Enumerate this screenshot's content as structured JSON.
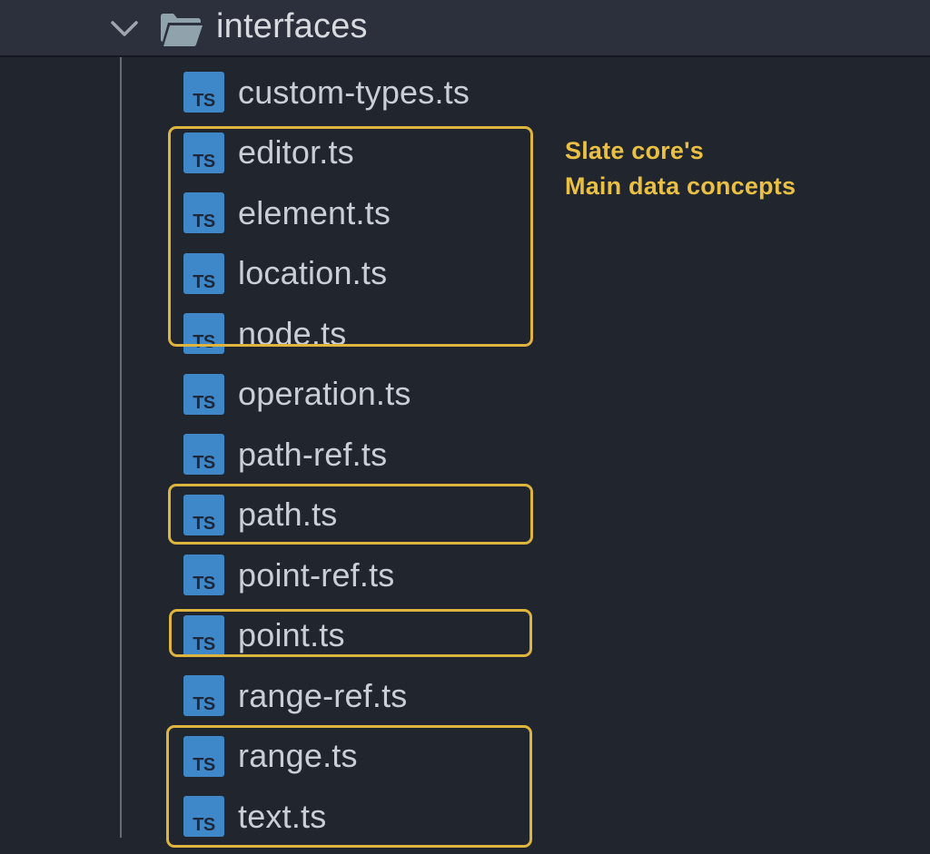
{
  "header": {
    "folder_label": "interfaces"
  },
  "file_icon_label": "TS",
  "files": [
    {
      "name": "custom-types.ts",
      "icon": "typescript",
      "highlighted": false
    },
    {
      "name": "editor.ts",
      "icon": "typescript",
      "highlighted": true
    },
    {
      "name": "element.ts",
      "icon": "typescript",
      "highlighted": true
    },
    {
      "name": "location.ts",
      "icon": "typescript",
      "highlighted": true
    },
    {
      "name": "node.ts",
      "icon": "typescript",
      "highlighted": true
    },
    {
      "name": "operation.ts",
      "icon": "typescript",
      "highlighted": false
    },
    {
      "name": "path-ref.ts",
      "icon": "typescript",
      "highlighted": false
    },
    {
      "name": "path.ts",
      "icon": "typescript",
      "highlighted": true
    },
    {
      "name": "point-ref.ts",
      "icon": "typescript",
      "highlighted": false
    },
    {
      "name": "point.ts",
      "icon": "typescript",
      "highlighted": true
    },
    {
      "name": "range-ref.ts",
      "icon": "typescript",
      "highlighted": false
    },
    {
      "name": "range.ts",
      "icon": "typescript",
      "highlighted": true
    },
    {
      "name": "text.ts",
      "icon": "typescript",
      "highlighted": true
    }
  ],
  "annotation": {
    "line1": "Slate core's",
    "line2": "Main data concepts"
  },
  "colors": {
    "accent_gold": "#ddb43e",
    "annotation_text_gold": "#e9c043",
    "ts_icon_blue": "#3e87c9",
    "header_bg": "#2c303c",
    "body_bg": "#21252e",
    "filename_text": "#c9ced7"
  }
}
